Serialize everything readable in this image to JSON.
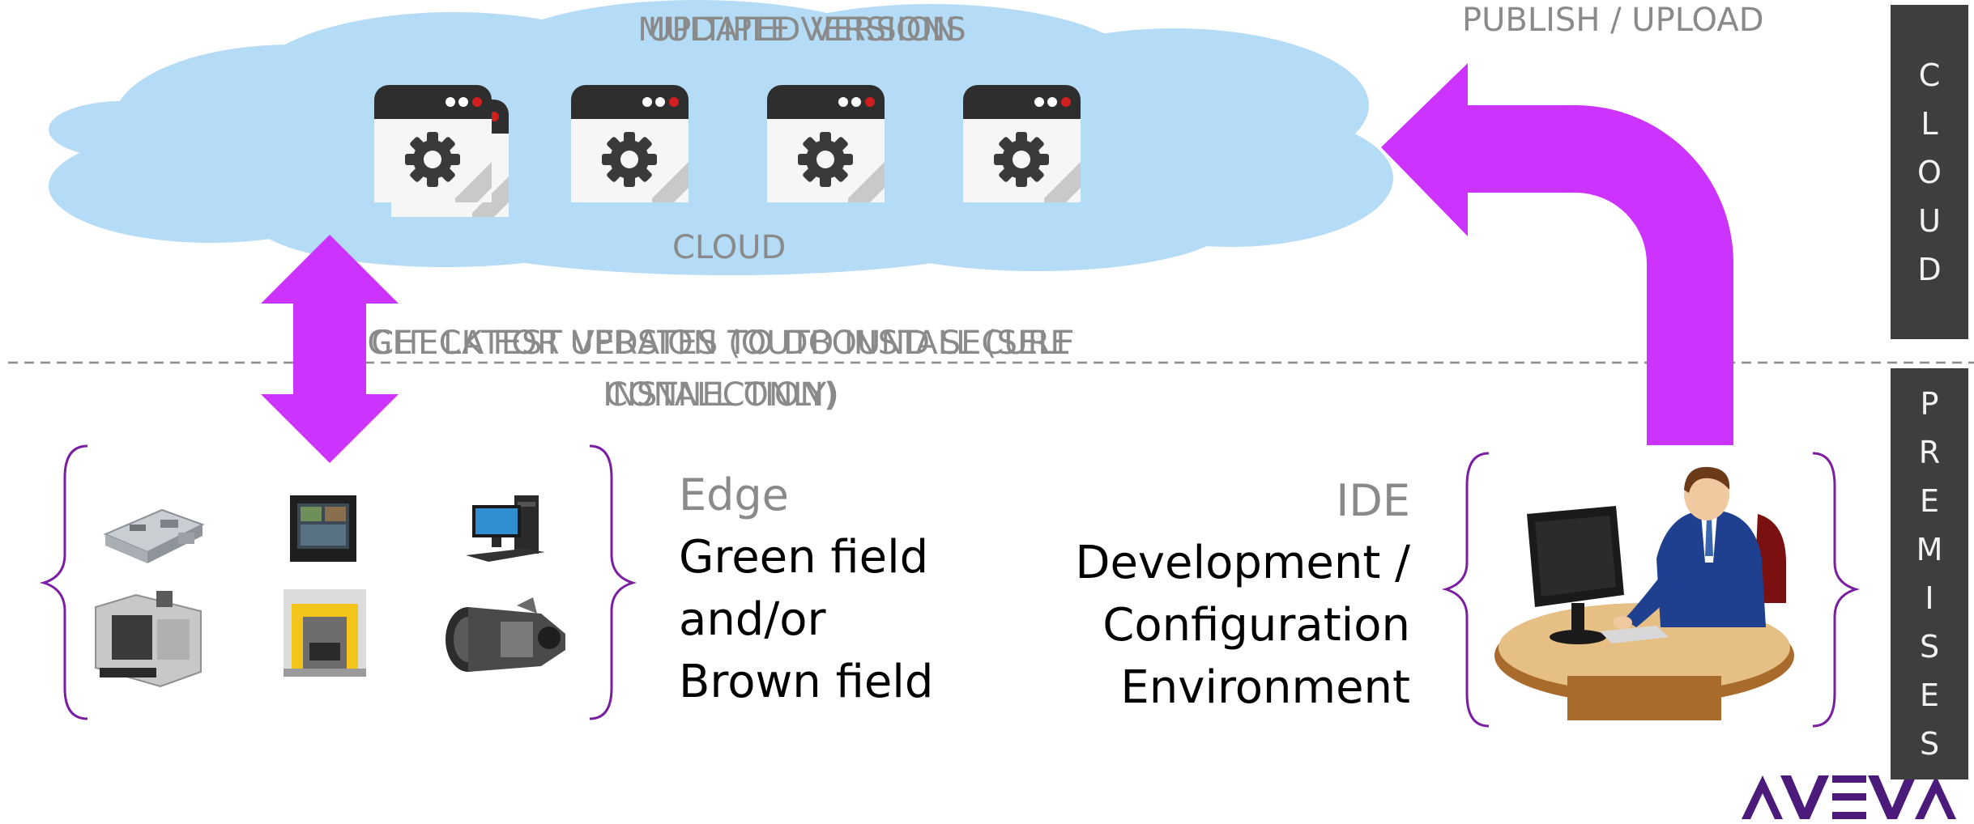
{
  "labels": {
    "updated_version": "UPDATED VERSION",
    "multiple_versions": "MULTIPLE VERSIONS",
    "cloud": "CLOUD",
    "publish_upload": "PUBLISH / UPLOAD",
    "check_updates": "CHECK FOR UPDATES (OUTBOUND SECURE CONNECTION)",
    "get_latest": "GET LATEST VERSION TO DO INSTALL (SELF INSTALL ONLY)"
  },
  "edge": {
    "title": "Edge",
    "lines": [
      "Green field",
      "and/or",
      "Brown field"
    ]
  },
  "ide": {
    "title": "IDE",
    "lines": [
      "Development /",
      "Configuration",
      "Environment"
    ]
  },
  "side": {
    "cloud_letters": [
      "C",
      "L",
      "O",
      "U",
      "D"
    ],
    "premises_letters": [
      "P",
      "R",
      "E",
      "M",
      "I",
      "S",
      "E",
      "S"
    ]
  },
  "logo": {
    "text": "AVEVA"
  },
  "colors": {
    "cloud": "#b5dcf6",
    "arrow": "#cc33ff",
    "brace": "#7a1fa2",
    "side_bar": "#3e3e3e",
    "logo": "#4b1a7a",
    "label_grey": "#8a8a8a",
    "dot_red": "#d11e1e"
  },
  "icons": {
    "app_window": "gear-app-window-icon",
    "devices": [
      "raspberry-pi-icon",
      "hmi-panel-icon",
      "desktop-pc-icon",
      "cnc-machine-icon",
      "car-wash-icon",
      "turbine-engine-icon"
    ],
    "developer": "developer-at-desk-icon"
  }
}
